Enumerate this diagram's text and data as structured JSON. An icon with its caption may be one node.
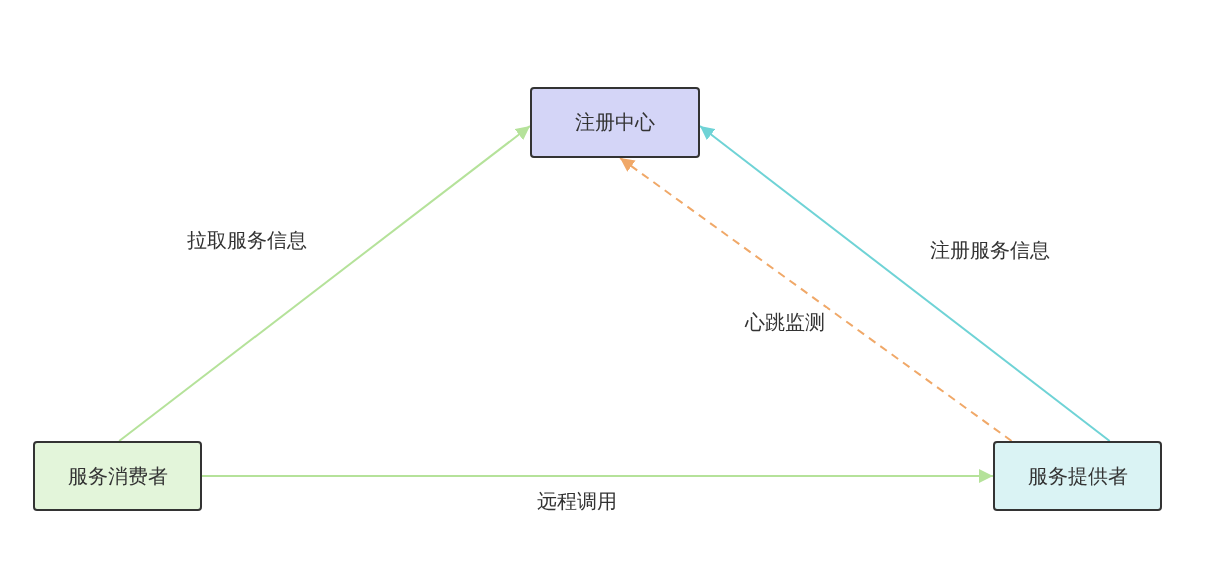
{
  "diagram": {
    "nodes": [
      {
        "text": [
          "注册中心"
        ]
      },
      {
        "text": [
          "服务消费者"
        ]
      },
      {
        "text": [
          "服务提供者"
        ]
      }
    ],
    "edges": [
      {
        "from": 1,
        "to": 0,
        "arrow": "to",
        "label": "拉取服务信息"
      },
      {
        "from": 2,
        "to": 0,
        "arrow": "to",
        "label": "注册服务信息",
        "color": "#6fd3d6"
      },
      {
        "from": 2,
        "to": 0,
        "arrow": "to",
        "label": "心跳监测",
        "style": "dashed",
        "color": "#f0a868"
      },
      {
        "from": 1,
        "to": 2,
        "arrow": "to",
        "label": "远程调用"
      }
    ]
  }
}
